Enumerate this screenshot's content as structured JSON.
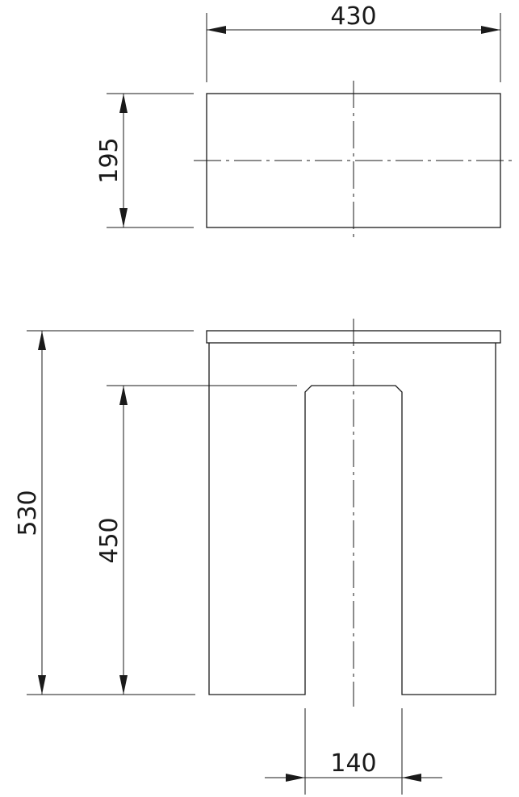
{
  "drawing": {
    "dimensions": {
      "top_width": "430",
      "top_depth": "195",
      "total_height": "530",
      "inner_height": "450",
      "slot_width": "140"
    }
  }
}
